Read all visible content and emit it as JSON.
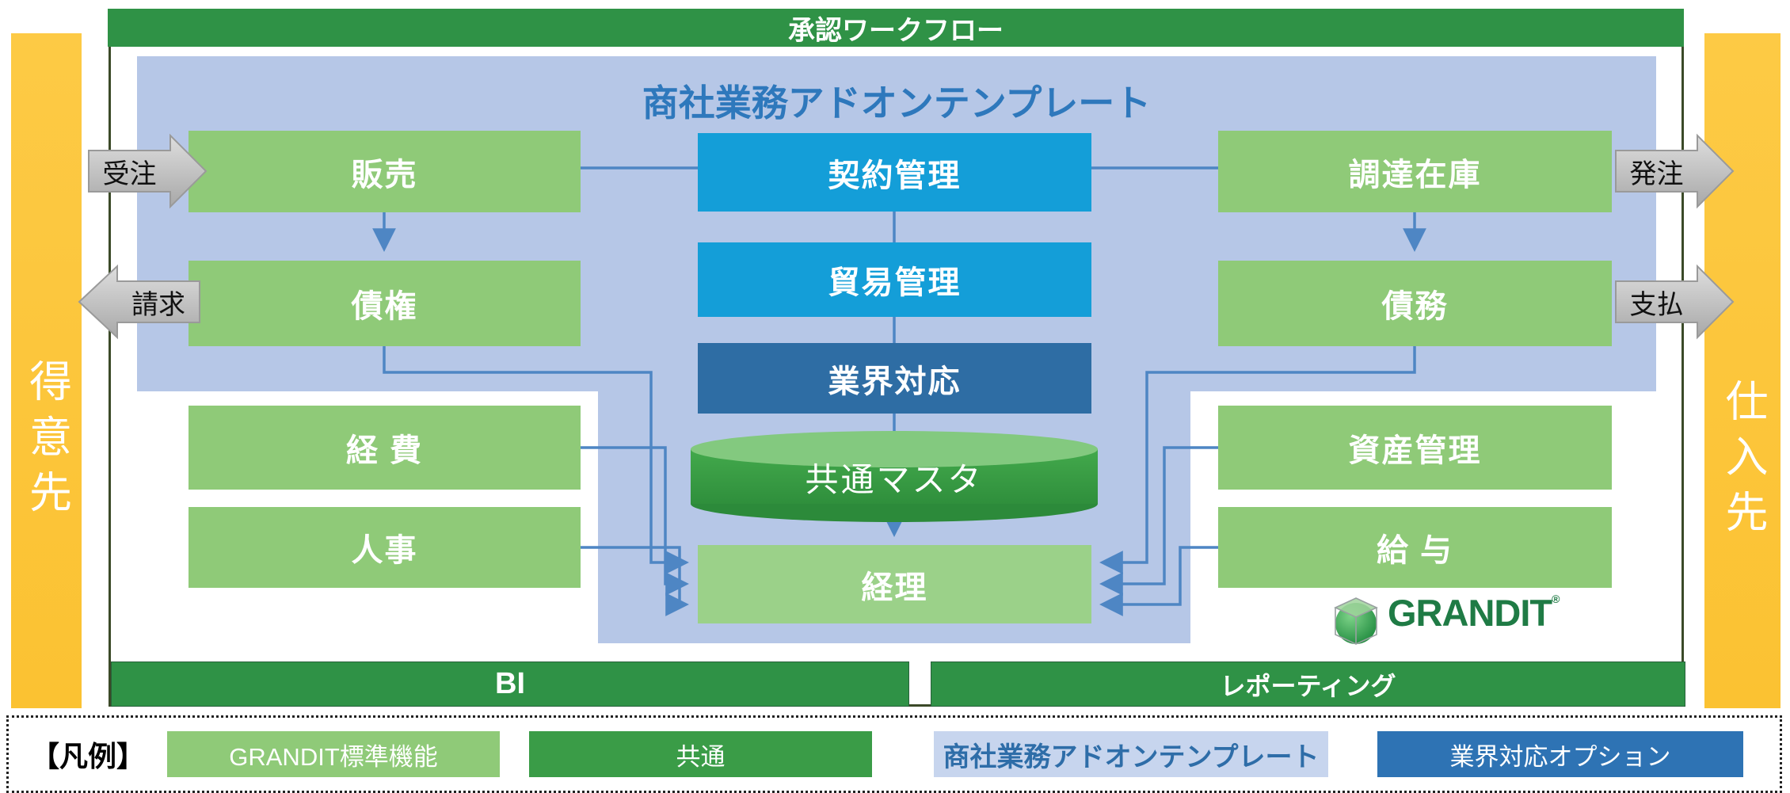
{
  "workflow_bar": {
    "label": "承認ワークフロー"
  },
  "rails": {
    "left": "得意先",
    "right": "仕入先"
  },
  "panel_title": "商社業務アドオンテンプレート",
  "modules": {
    "hanbai": "販売",
    "saiken": "債権",
    "keihi": "経 費",
    "jinji": "人事",
    "keiyaku": "契約管理",
    "boeki": "貿易管理",
    "gyokai": "業界対応",
    "master": "共通マスタ",
    "keiri": "経理",
    "chotatsu": "調達在庫",
    "saimu": "債務",
    "shisan": "資産管理",
    "kyuyo": "給 与"
  },
  "flow_labels": {
    "juchu": "受注",
    "seikyu": "請求",
    "hatchu": "発注",
    "shiharai": "支払"
  },
  "bottom_bars": {
    "bi": "BI",
    "reporting": "レポーティング"
  },
  "logo": {
    "text": "GRANDIT",
    "mark": "®"
  },
  "legend": {
    "title": "【凡例】",
    "items": [
      {
        "label": "GRANDIT標準機能",
        "type": "standard"
      },
      {
        "label": "共通",
        "type": "common"
      },
      {
        "label": "商社業務アドオンテンプレート",
        "type": "addon"
      },
      {
        "label": "業界対応オプション",
        "type": "industry"
      }
    ]
  },
  "colors": {
    "bar_green": "#2f9246",
    "box_green": "#8fca78",
    "keiri_green": "#9bd189",
    "cylinder_green": "#3aa046",
    "cyan": "#149ed8",
    "dark_blue": "#2e6da4",
    "panel_blue": "#b6c7e7",
    "legend_light_blue": "#c7d5ee",
    "legend_dark_blue": "#2e73b4",
    "yellow": "#fcc436",
    "connector_blue": "#4e86c4",
    "title_blue": "#2e78bc",
    "logo_green": "#1f7b45"
  }
}
